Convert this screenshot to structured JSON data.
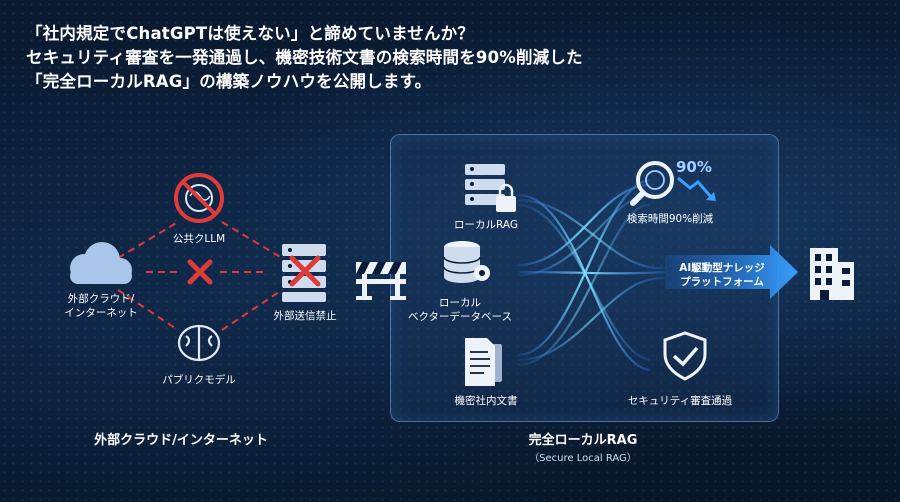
{
  "headline": {
    "line1": "「社内規定でChatGPTは使えない」と諦めていませんか？",
    "line2": "セキュリティ審査を一発通過し、機密技術文書の検索時間を90%削減した",
    "line3": "「完全ローカルRAG」の構築ノウハウを公開します。"
  },
  "external": {
    "cloud_label_1": "外部クラウド/",
    "cloud_label_2": "インターネット",
    "public_llm": "公共クLLM",
    "public_model": "パブリクモデル",
    "blocked": "外部送信禁止",
    "section_title": "外部クラウド/インターネット"
  },
  "local": {
    "rag_label": "ローカルRAG",
    "db_label_1": "ローカル",
    "db_label_2": "ベクターデータベース",
    "docs_label": "機密社内文書",
    "search_label": "検索時間90%削減",
    "percent": "90%",
    "security_label": "セキュリティ審査通過",
    "section_title": "完全ローカルRAG",
    "section_sub": "（Secure Local RAG）"
  },
  "output": {
    "line1": "AI駆動型ナレッジ",
    "line2": "プラットフォーム"
  },
  "colors": {
    "accent": "#3aa0ff",
    "danger_red": "#e03b3b",
    "panel_border": "#78aae6"
  }
}
